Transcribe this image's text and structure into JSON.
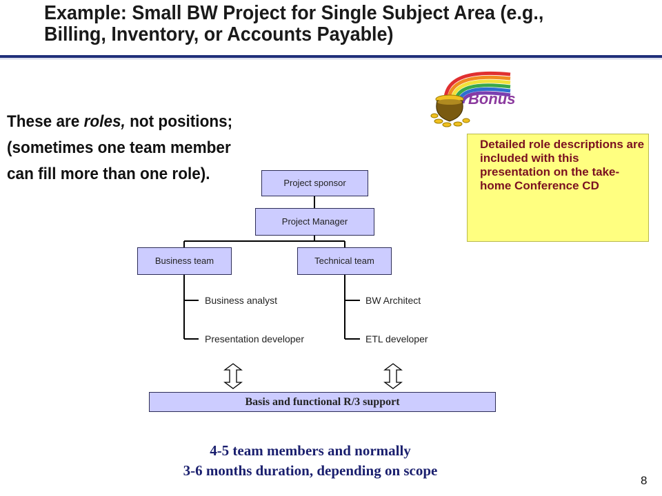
{
  "slide": {
    "title_line1": "Example: Small BW Project for Single Subject Area (e.g.,",
    "title_line2": "Billing, Inventory, or Accounts Payable)",
    "roles_line1_a": "These are ",
    "roles_line1_em": "roles,",
    "roles_line1_b": " not positions;",
    "roles_line2": "(sometimes one team member",
    "roles_line3": "can fill more than one role).",
    "bonus_label": "Bonus",
    "callout_text": "Detailed role descriptions are included with this presentation on the take-home Conference CD",
    "callout_color": "#ffff80",
    "page_number": "8"
  },
  "org": {
    "sponsor": "Project sponsor",
    "manager": "Project Manager",
    "business_team": "Business team",
    "technical_team": "Technical team",
    "business_roles": [
      "Business analyst",
      "Presentation developer"
    ],
    "technical_roles": [
      "BW Architect",
      "ETL developer"
    ],
    "box_color": "#ccccff",
    "support": "Basis and functional R/3 support"
  },
  "footer": {
    "line1": "4-5 team members and normally",
    "line2": "3-6 months duration, depending on scope"
  }
}
